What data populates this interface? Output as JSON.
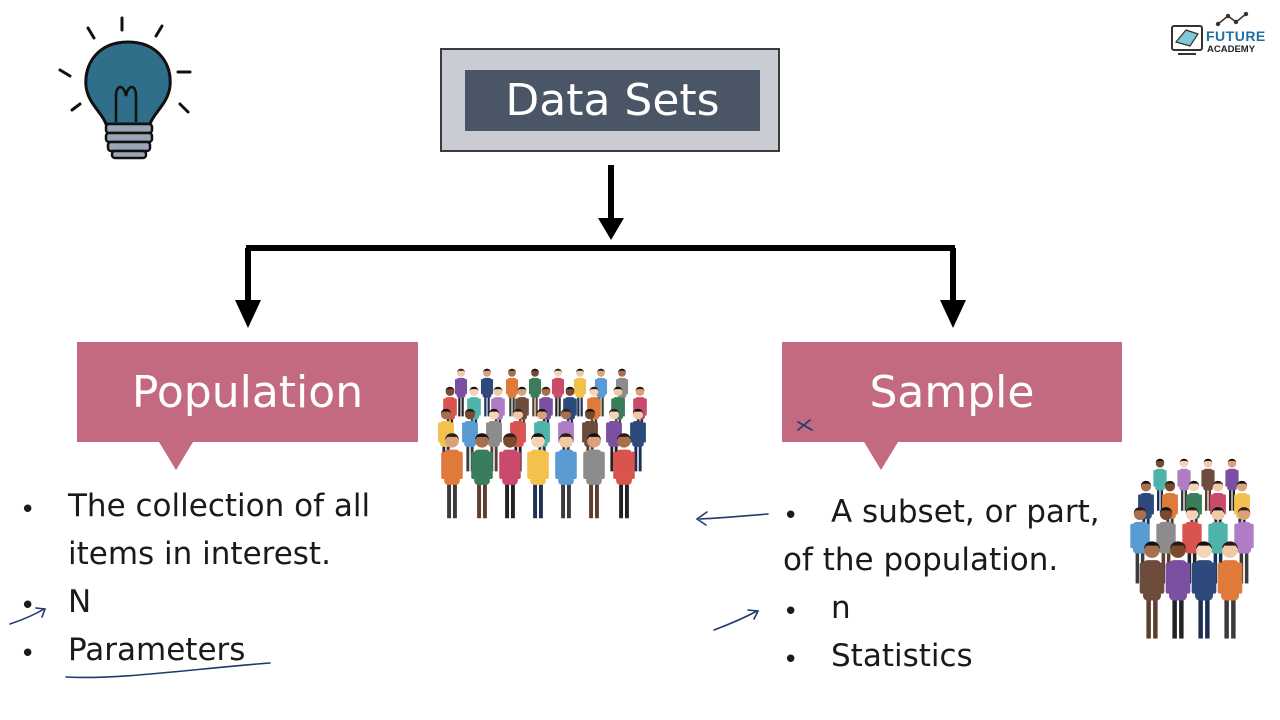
{
  "title": "Data Sets",
  "population": {
    "heading": "Population",
    "bullets": [
      "The collection of all",
      "items in interest.",
      "N",
      "Parameters"
    ]
  },
  "sample": {
    "heading": "Sample",
    "bullets": [
      "A subset, or part,",
      "of the population.",
      "n",
      "Statistics"
    ]
  },
  "logo": {
    "line1": "FUTURE",
    "line2": "ACADEMY"
  },
  "colors": {
    "title_inner": "#4a5565",
    "title_outer": "#c9ccd2",
    "callout": "#c46a80",
    "bulb": "#2f6f8a",
    "logo": "#1e6fa8"
  }
}
